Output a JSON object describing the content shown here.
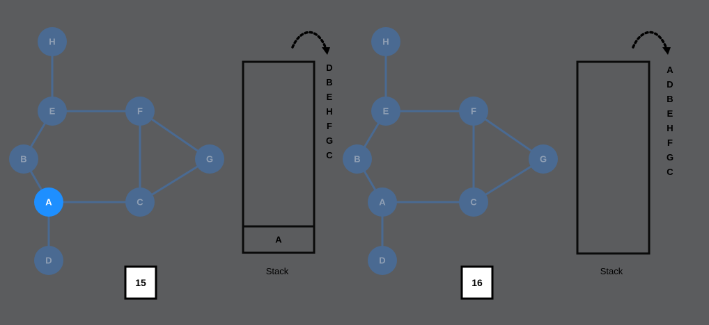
{
  "panels": [
    {
      "step": "15",
      "active_node": "A",
      "stack_caption": "Stack",
      "stack_items": [
        "A"
      ],
      "order": [
        "D",
        "B",
        "E",
        "H",
        "F",
        "G",
        "C"
      ]
    },
    {
      "step": "16",
      "active_node": "",
      "stack_caption": "Stack",
      "stack_items": [],
      "order": [
        "A",
        "D",
        "B",
        "E",
        "H",
        "F",
        "G",
        "C"
      ]
    }
  ],
  "graph": {
    "nodes": [
      "H",
      "E",
      "F",
      "B",
      "G",
      "A",
      "C",
      "D"
    ],
    "edges": [
      [
        "H",
        "E"
      ],
      [
        "E",
        "F"
      ],
      [
        "E",
        "B"
      ],
      [
        "B",
        "A"
      ],
      [
        "A",
        "C"
      ],
      [
        "A",
        "D"
      ],
      [
        "F",
        "C"
      ],
      [
        "F",
        "G"
      ],
      [
        "C",
        "G"
      ]
    ]
  },
  "colors": {
    "background": "#5b5c5e",
    "node": "#4a6a92",
    "node_active": "#1e8fff",
    "edge": "#4a6a92"
  }
}
